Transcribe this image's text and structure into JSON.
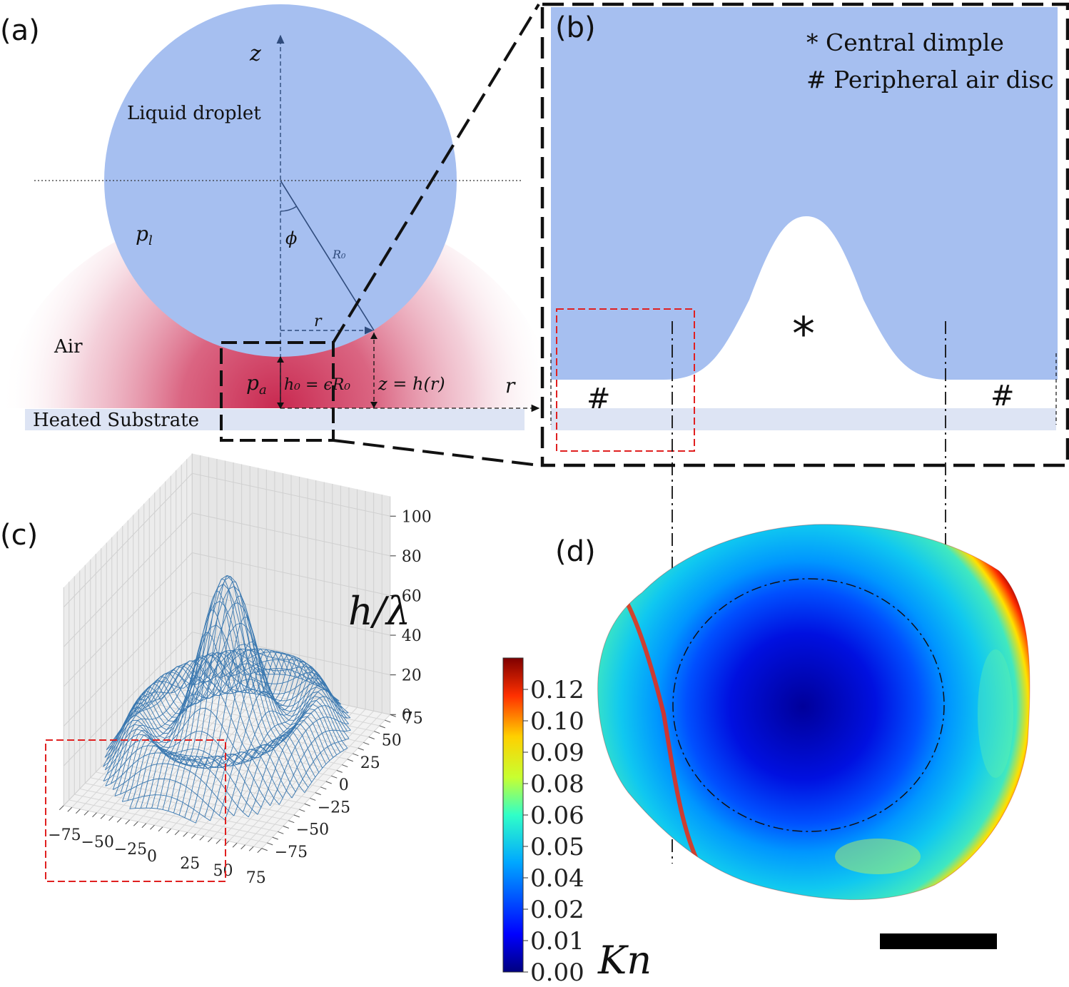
{
  "panel_labels": {
    "a": "(a)",
    "b": "(b)",
    "c": "(c)",
    "d": "(d)"
  },
  "panel_a": {
    "droplet_label": "Liquid droplet",
    "air_label": "Air",
    "substrate_label": "Heated Substrate",
    "z_axis": "z",
    "phi": "ϕ",
    "R0": "R₀",
    "r_inner": "r",
    "r_axis": "r",
    "p_l": "p",
    "p_l_sub": "l",
    "p_a": "p",
    "p_a_sub": "a",
    "h0_eq": "h₀ = ϵR₀",
    "z_eq": "z = h(r)",
    "colors": {
      "droplet": "#a6bff0",
      "air_core": "#c8284f",
      "substrate": "#dde4f4",
      "arrow": "#2f4b7c"
    }
  },
  "panel_b": {
    "legend_dimple": "* Central dimple",
    "legend_disc": "# Peripheral air disc",
    "star": "*",
    "hash_left": "#",
    "hash_right": "#",
    "colors": {
      "droplet": "#a6bff0",
      "highlight_box": "#e02020"
    }
  },
  "panel_c": {
    "zlabel": "h/λ",
    "z_ticks": [
      "100",
      "80",
      "60",
      "40",
      "20",
      "0"
    ],
    "x_ticks": [
      "−75",
      "−50",
      "−25",
      "0",
      "25",
      "50",
      "75"
    ],
    "y_ticks": [
      "75",
      "50",
      "25",
      "0",
      "−25",
      "−50",
      "−75"
    ],
    "mesh_color": "#3a78b0",
    "chart_data": {
      "type": "surface",
      "x_range": [
        -75,
        75
      ],
      "y_range": [
        -75,
        75
      ],
      "z_range": [
        0,
        100
      ],
      "peak_height": 90,
      "rim_height": 25,
      "grid": true
    }
  },
  "panel_d": {
    "colorbar_ticks": [
      "0.12",
      "0.10",
      "0.09",
      "0.08",
      "0.06",
      "0.05",
      "0.04",
      "0.02",
      "0.01",
      "0.00"
    ],
    "colorbar_label": "Kn",
    "chart_data": {
      "type": "heatmap",
      "quantity": "Kn",
      "colorbar_range": [
        0.0,
        0.12
      ],
      "colormap": "jet",
      "center_value": 0.0,
      "rim_value": 0.12
    }
  }
}
